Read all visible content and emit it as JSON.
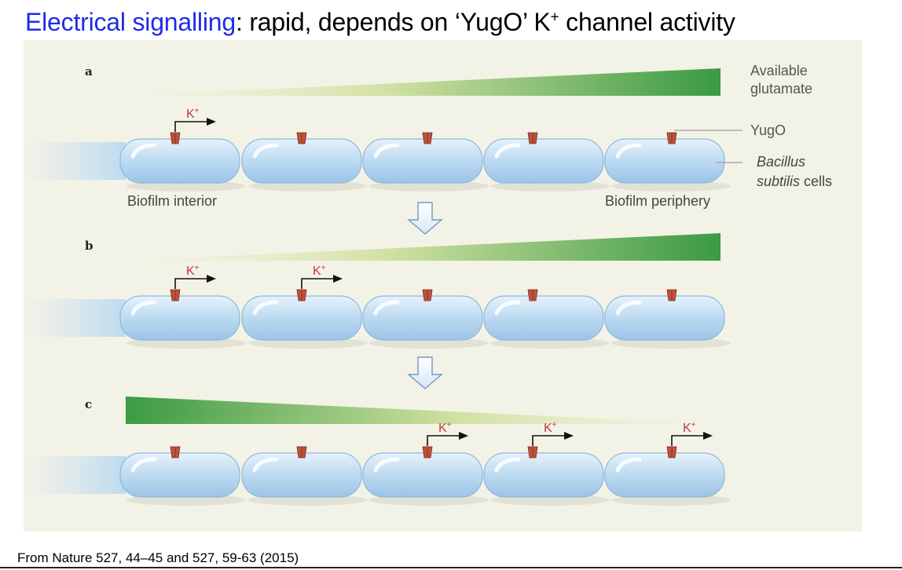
{
  "title": {
    "highlight": "Electrical signalling",
    "rest_prefix": ": rapid, depends on ‘YugO’ K",
    "superscript": "+",
    "rest_suffix": " channel activity"
  },
  "panels": [
    {
      "letter": "a",
      "gradient": "increasing",
      "k_cells": [
        0
      ]
    },
    {
      "letter": "b",
      "gradient": "increasing",
      "k_cells": [
        0,
        1
      ]
    },
    {
      "letter": "c",
      "gradient": "decreasing",
      "k_cells": [
        2,
        3,
        4
      ]
    }
  ],
  "labels": {
    "available": "Available",
    "glutamate": "glutamate",
    "yugo": "YugO",
    "bacillus": "Bacillus",
    "subtilis": "subtilis",
    "cells": " cells",
    "interior": "Biofilm interior",
    "periphery": "Biofilm periphery",
    "k": "K",
    "k_sup": "+"
  },
  "caption": "From Nature 527, 44–45 and 527, 59-63 (2015)",
  "colors": {
    "title_highlight": "#1f2ce6",
    "gradient_dark": "#3a9a44",
    "gradient_light": "#f4f1d6",
    "cell_fill": "#bfdcf2",
    "cell_stroke": "#8db8dc",
    "channel": "#c0523a",
    "k_label": "#c33a3a",
    "background": "#f3f2e6"
  }
}
